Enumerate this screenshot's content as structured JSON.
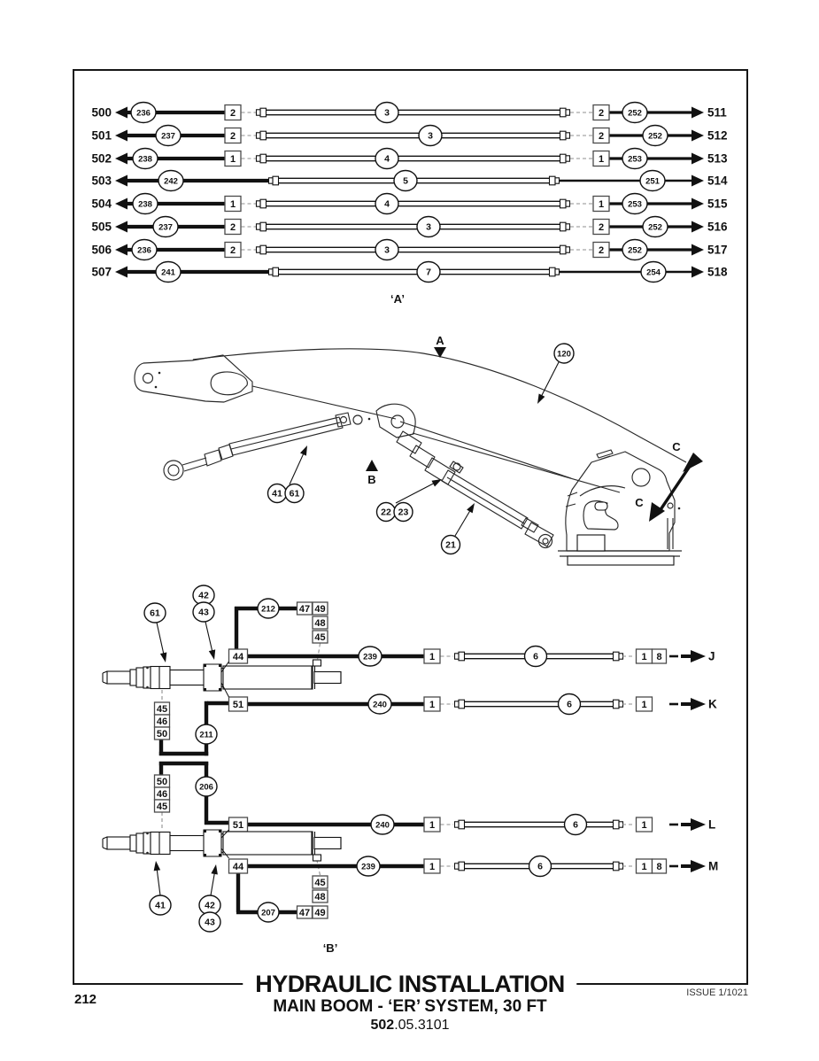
{
  "page": {
    "number": "212",
    "issue": "ISSUE 1/1021",
    "title": "HYDRAULIC INSTALLATION",
    "subtitle": "MAIN BOOM - ‘ER’ SYSTEM, 30 FT",
    "doc_code_prefix": "502",
    "doc_code_suffix": ".05.3101"
  },
  "section_a": {
    "label": "‘A’",
    "rows": [
      {
        "left_ref": "500",
        "left_part": "236",
        "left_adapter": "2",
        "hose": "3",
        "right_adapter": "2",
        "right_part": "252",
        "right_ref": "511"
      },
      {
        "left_ref": "501",
        "left_part": "237",
        "left_adapter": "2",
        "hose": "3",
        "right_adapter": "2",
        "right_part": "252",
        "right_ref": "512"
      },
      {
        "left_ref": "502",
        "left_part": "238",
        "left_adapter": "1",
        "hose": "4",
        "right_adapter": "1",
        "right_part": "253",
        "right_ref": "513"
      },
      {
        "left_ref": "503",
        "left_part": "242",
        "left_adapter": null,
        "hose": "5",
        "right_adapter": null,
        "right_part": "251",
        "right_ref": "514"
      },
      {
        "left_ref": "504",
        "left_part": "238",
        "left_adapter": "1",
        "hose": "4",
        "right_adapter": "1",
        "right_part": "253",
        "right_ref": "515"
      },
      {
        "left_ref": "505",
        "left_part": "237",
        "left_adapter": "2",
        "hose": "3",
        "right_adapter": "2",
        "right_part": "252",
        "right_ref": "516"
      },
      {
        "left_ref": "506",
        "left_part": "236",
        "left_adapter": "2",
        "hose": "3",
        "right_adapter": "2",
        "right_part": "252",
        "right_ref": "517"
      },
      {
        "left_ref": "507",
        "left_part": "241",
        "left_adapter": null,
        "hose": "7",
        "right_adapter": null,
        "right_part": "254",
        "right_ref": "518"
      }
    ]
  },
  "illustration": {
    "markers": {
      "a": "A",
      "b": "B",
      "c": "C"
    },
    "callouts": {
      "boom": "120",
      "lift_cylinder_pair": [
        "41",
        "61"
      ],
      "hose_fittings_pair": [
        "22",
        "23"
      ],
      "crowd_cylinder": "21"
    }
  },
  "section_b": {
    "label": "‘B’",
    "top_assembly": {
      "head_callout": "61",
      "gland_callouts": [
        "42",
        "43"
      ],
      "left_port_boxes": [
        "45",
        "46",
        "50"
      ],
      "manifold_circle": "212",
      "manifold_row_boxes": [
        "47",
        "49"
      ],
      "manifold_column_boxes": [
        "48",
        "45"
      ],
      "elbow_circle": "211"
    },
    "bottom_assembly": {
      "head_callout": "41",
      "gland_callouts": [
        "42",
        "43"
      ],
      "left_port_boxes": [
        "50",
        "46",
        "45"
      ],
      "manifold_circle": "207",
      "manifold_column_boxes": [
        "45",
        "48"
      ],
      "manifold_row_boxes": [
        "47",
        "49"
      ],
      "elbow_circle": "206"
    },
    "hose_rows": [
      {
        "start_box": "44",
        "tube_part": "239",
        "adapter": "1",
        "hose": "6",
        "end_boxes": [
          "1",
          "8"
        ],
        "outlet": "J"
      },
      {
        "start_box": "51",
        "tube_part": "240",
        "adapter": "1",
        "hose": "6",
        "end_boxes": [
          "1"
        ],
        "outlet": "K"
      },
      {
        "start_box": "51",
        "tube_part": "240",
        "adapter": "1",
        "hose": "6",
        "end_boxes": [
          "1"
        ],
        "outlet": "L"
      },
      {
        "start_box": "44",
        "tube_part": "239",
        "adapter": "1",
        "hose": "6",
        "end_boxes": [
          "1",
          "8"
        ],
        "outlet": "M"
      }
    ]
  }
}
